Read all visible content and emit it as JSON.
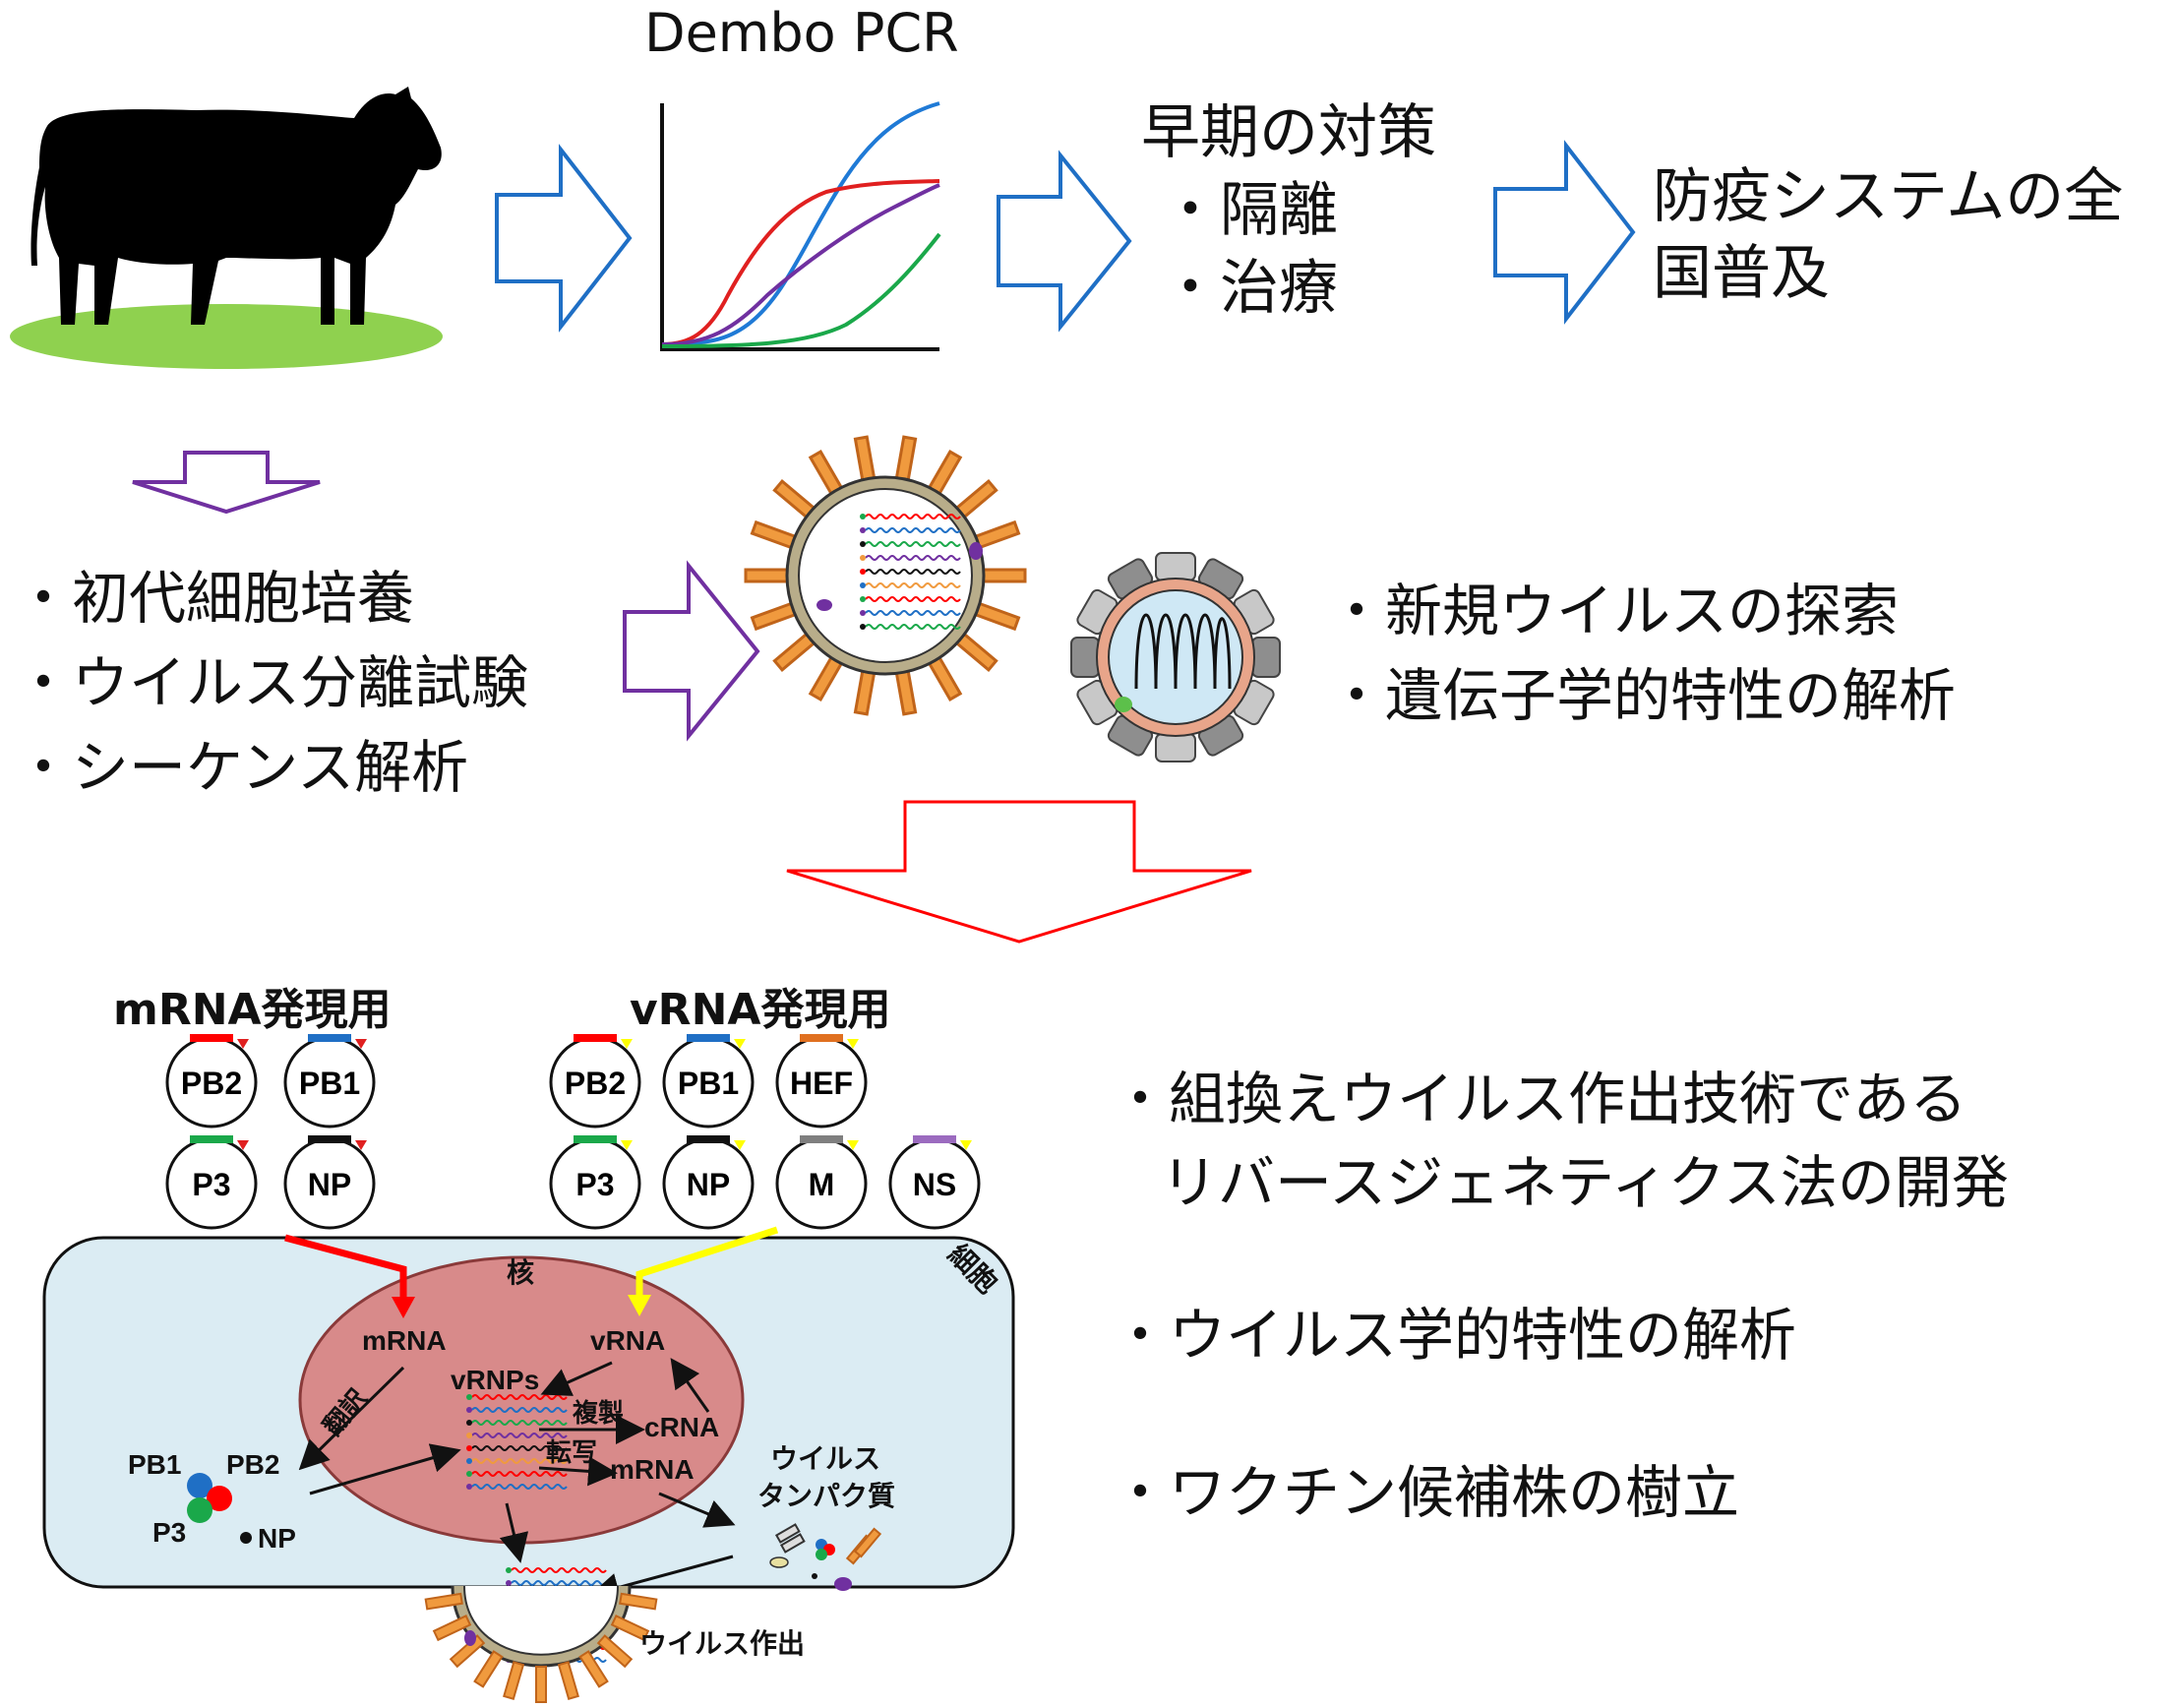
{
  "top_row": {
    "pcr_title": "Dembo PCR",
    "measures_title": "早期の対策",
    "measures": [
      "・隔離",
      "・治療"
    ],
    "nationwide": [
      "防疫システムの全",
      "国普及"
    ]
  },
  "middle_row": {
    "left_bullets": [
      "・初代細胞培養",
      "・ウイルス分離試験",
      "・シーケンス解析"
    ],
    "right_bullets": [
      "・新規ウイルスの探索",
      "・遺伝子学的特性の解析"
    ]
  },
  "bottom_row": {
    "mrna_header": "mRNA発現用",
    "vrna_header": "vRNA発現用",
    "mrna_plasmids_row1": [
      "PB2",
      "PB1"
    ],
    "mrna_plasmids_row2": [
      "P3",
      "NP"
    ],
    "vrna_plasmids_row1": [
      "PB2",
      "PB1",
      "HEF"
    ],
    "vrna_plasmids_row2": [
      "P3",
      "NP",
      "M",
      "NS"
    ],
    "cell_label": "細胞",
    "nucleus_label": "核",
    "labels": {
      "mrna_in": "mRNA",
      "vrna_in": "vRNA",
      "vrnps": "vRNPs",
      "fukusei": "複製",
      "crna": "cRNA",
      "tensha": "転写",
      "mrna_out": "mRNA",
      "honyaku": "翻訳",
      "pb1": "PB1",
      "pb2": "PB2",
      "p3": "P3",
      "np": "NP",
      "virus_protein_1": "ウイルス",
      "virus_protein_2": "タンパク質",
      "virus_output": "ウイルス作出"
    },
    "right_bullets": {
      "line1a": "・組換えウイルス作出技術である",
      "line1b": "リバースジェネティクス法の開発",
      "line2": "・ウイルス学的特性の解析",
      "line3": "・ワクチン候補株の樹立"
    }
  },
  "colors": {
    "blue_arrow": "#1f6fc5",
    "purple_arrow": "#7030a0",
    "red_arrow": "#ff0000",
    "grass": "#8fd14f",
    "cell_fill": "#dbecf3",
    "nucleus_fill": "#d88a8a",
    "pcr_blue": "#1f7ad6",
    "pcr_red": "#e02020",
    "pcr_purple": "#7030a0",
    "pcr_green": "#1aa84a"
  }
}
